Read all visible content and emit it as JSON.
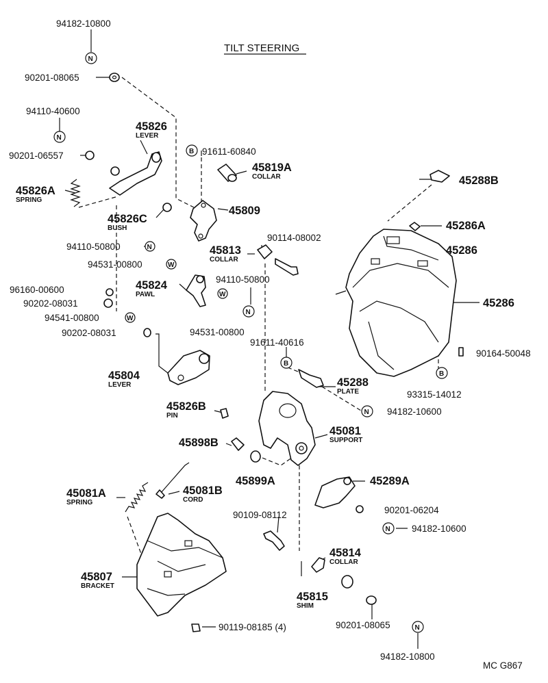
{
  "title": "TILT STEERING",
  "footer_code": "MC G867",
  "labels": {
    "p94182_10800_top": "94182-10800",
    "p90201_08065_top": "90201-08065",
    "p94110_40600": "94110-40600",
    "p90201_06557": "90201-06557",
    "p45826": "45826",
    "p45826_sub": "LEVER",
    "p45826A": "45826A",
    "p45826A_sub": "SPRING",
    "p45826C": "45826C",
    "p45826C_sub": "BUSH",
    "p94110_50800_left": "94110-50800",
    "p94531_00800_left": "94531-00800",
    "p96160_00600": "96160-00600",
    "p90202_08031_a": "90202-08031",
    "p94541_00800": "94541-00800",
    "p90202_08031_b": "90202-08031",
    "p45804": "45804",
    "p45804_sub": "LEVER",
    "p91611_60840": "91611-60840",
    "p45819A": "45819A",
    "p45819A_sub": "COLLAR",
    "p45809": "45809",
    "p45813": "45813",
    "p45813_sub": "COLLAR",
    "p90114_08002": "90114-08002",
    "p45824": "45824",
    "p45824_sub": "PAWL",
    "p94110_50800_mid": "94110-50800",
    "p94531_00800_mid": "94531-00800",
    "p45288B": "45288B",
    "p45286A": "45286A",
    "p45286_a": "45286",
    "p45286_b": "45286",
    "p90164_50048": "90164-50048",
    "p93315_14012": "93315-14012",
    "p91611_40616": "91611-40616",
    "p45288": "45288",
    "p45288_sub": "PLATE",
    "p94182_10600_a": "94182-10600",
    "p45826B": "45826B",
    "p45826B_sub": "PIN",
    "p45081": "45081",
    "p45081_sub": "SUPPORT",
    "p45898B": "45898B",
    "p45899A": "45899A",
    "p45289A": "45289A",
    "p45081A": "45081A",
    "p45081A_sub": "SPRING",
    "p45081B": "45081B",
    "p45081B_sub": "CORD",
    "p90201_06204": "90201-06204",
    "p94182_10600_b": "94182-10600",
    "p90109_08112": "90109-08112",
    "p45814": "45814",
    "p45814_sub": "COLLAR",
    "p45807": "45807",
    "p45807_sub": "BRACKET",
    "p45815": "45815",
    "p45815_sub": "SHIM",
    "p90119_08185": "90119-08185 (4)",
    "p90201_08065_bot": "90201-08065",
    "p94182_10800_bot": "94182-10800"
  },
  "symbols": {
    "N": "N",
    "W": "W",
    "B": "B"
  }
}
